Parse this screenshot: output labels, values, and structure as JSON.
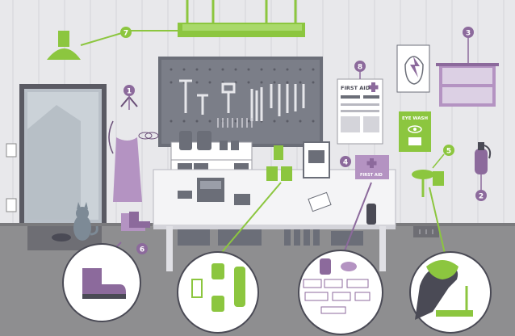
{
  "signs": {
    "first_aid_poster": "FIRST AID",
    "eye_wash": "EYE WASH",
    "first_aid_kit": "FIRST AID"
  },
  "markers": [
    {
      "num": "1",
      "item": "apron"
    },
    {
      "num": "2",
      "item": "fire extinguisher"
    },
    {
      "num": "3",
      "item": "storage cabinet"
    },
    {
      "num": "4",
      "item": "first aid kit"
    },
    {
      "num": "5",
      "item": "eye wash station"
    },
    {
      "num": "6",
      "item": "boots"
    },
    {
      "num": "7",
      "item": "ventilation hood"
    },
    {
      "num": "8",
      "item": "first aid poster"
    }
  ],
  "colors": {
    "wall": "#e8e8eb",
    "wall_stripe": "#d5d6dc",
    "floor": "#8e8e90",
    "purple": "#8c6a9c",
    "purple_light": "#b493c2",
    "green": "#8cc63f",
    "dark": "#4a4a55"
  }
}
